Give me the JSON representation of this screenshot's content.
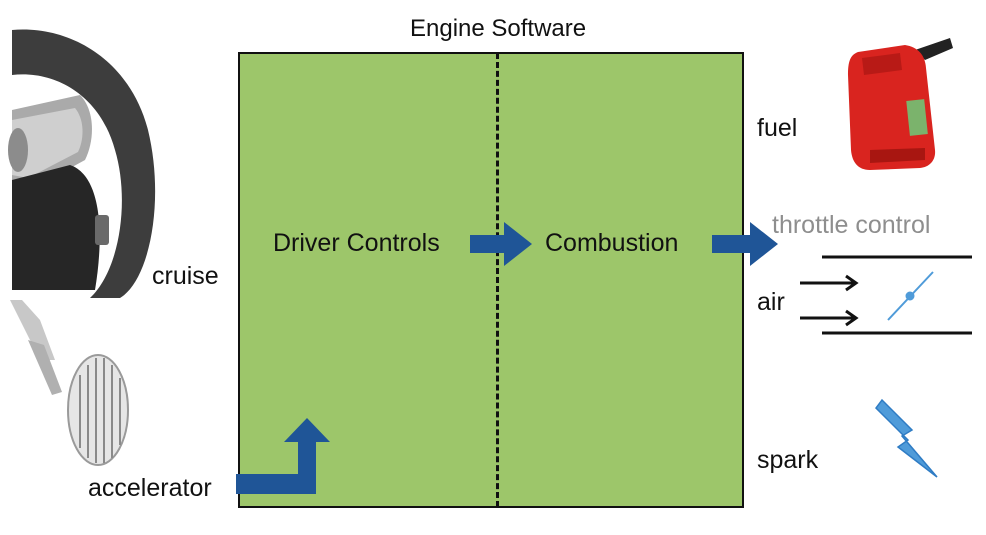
{
  "title": "Engine Software",
  "blocks": {
    "driver_controls": "Driver Controls",
    "combustion": "Combustion"
  },
  "inputs": {
    "cruise": "cruise",
    "accelerator": "accelerator"
  },
  "outputs": {
    "fuel": "fuel",
    "throttle_control": "throttle control",
    "air": "air",
    "spark": "spark"
  },
  "colors": {
    "box_fill": "#9dc66a",
    "arrow": "#1f5597",
    "fuel_can": "#d9241f",
    "spark": "#4f9bd9",
    "throttle_label": "#8e8e8e"
  },
  "icons": [
    "steering-wheel-icon",
    "accelerator-pedal-icon",
    "fuel-can-icon",
    "throttle-valve-icon",
    "spark-bolt-icon"
  ]
}
